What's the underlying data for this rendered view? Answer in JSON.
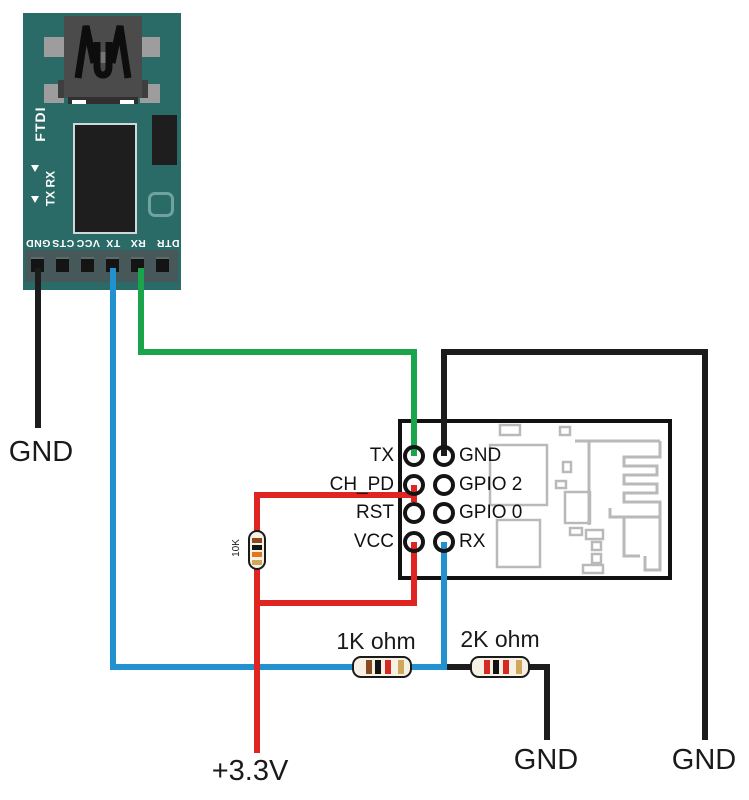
{
  "ftdi": {
    "label": "FTDI",
    "silkscreen": "TX RX",
    "pins": [
      "GND",
      "CTS",
      "VCC",
      "TX",
      "RX",
      "DTR"
    ]
  },
  "esp": {
    "left_pins": [
      "TX",
      "CH_PD",
      "RST",
      "VCC"
    ],
    "right_pins": [
      "GND",
      "GPIO 2",
      "GPIO 0",
      "RX"
    ]
  },
  "resistors": {
    "r10k": {
      "label": "10K"
    },
    "r1k": {
      "label": "1K ohm"
    },
    "r2k": {
      "label": "2K ohm"
    }
  },
  "nets": {
    "gnd_left": "GND",
    "gnd_mid": "GND",
    "gnd_right": "GND",
    "power": "+3.3V"
  },
  "colors": {
    "wire_red": "#e02421",
    "wire_blue": "#2191d0",
    "wire_green": "#1aa54c",
    "wire_black": "#1c1c1c",
    "board_teal": "#2a6b68",
    "pcb_trace_gray": "#b9b9b9"
  }
}
